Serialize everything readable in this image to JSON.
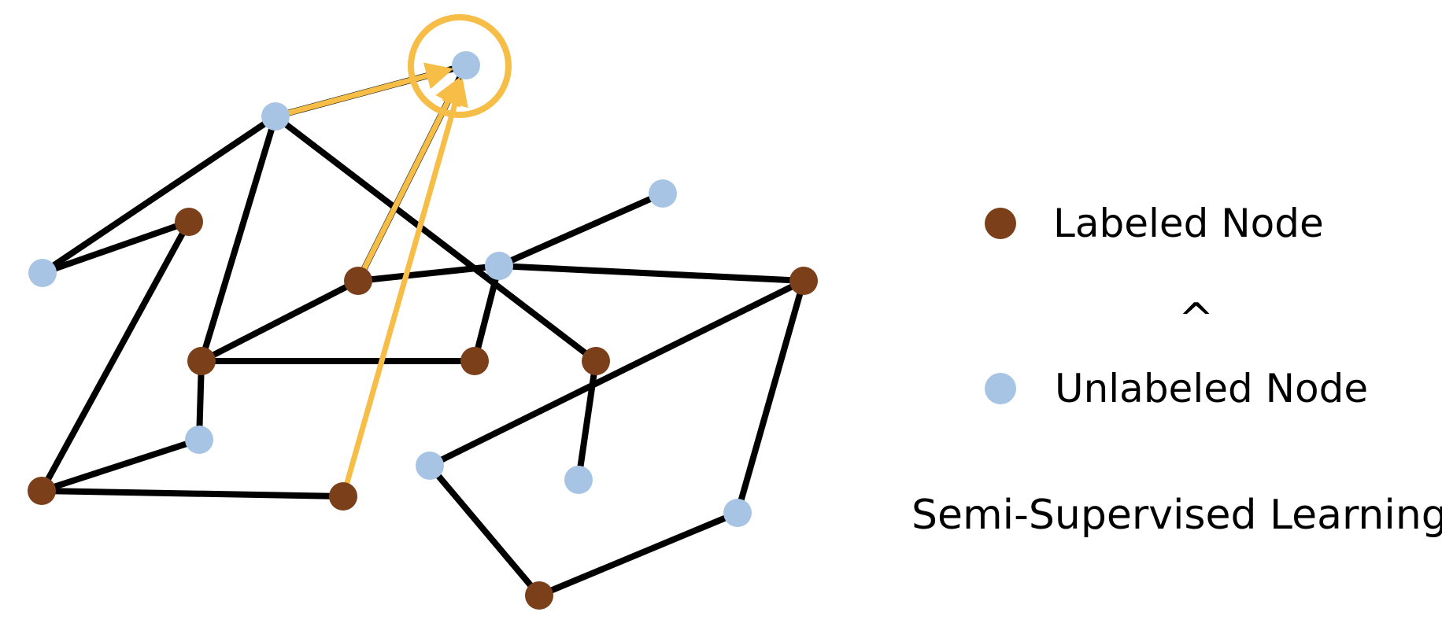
{
  "colors": {
    "labeled": "#7B3F1A",
    "unlabeled": "#A7C4E4",
    "edge": "#000000",
    "highlight": "#F6BD47"
  },
  "legend": {
    "labeled_label": "Labeled Node",
    "separator": "^",
    "unlabeled_label": "Unlabeled Node",
    "caption": "Semi-Supervised Learning"
  },
  "graph": {
    "nodes": [
      {
        "id": "target",
        "type": "unlabeled"
      },
      {
        "id": "n1",
        "type": "unlabeled"
      },
      {
        "id": "n2",
        "type": "unlabeled"
      },
      {
        "id": "n3",
        "type": "labeled"
      },
      {
        "id": "n4",
        "type": "unlabeled"
      },
      {
        "id": "n5",
        "type": "labeled"
      },
      {
        "id": "n6",
        "type": "unlabeled"
      },
      {
        "id": "n7",
        "type": "labeled"
      },
      {
        "id": "n8",
        "type": "labeled"
      },
      {
        "id": "n9",
        "type": "labeled"
      },
      {
        "id": "n10",
        "type": "labeled"
      },
      {
        "id": "n11",
        "type": "unlabeled"
      },
      {
        "id": "n12",
        "type": "labeled"
      },
      {
        "id": "n13",
        "type": "labeled"
      },
      {
        "id": "n14",
        "type": "unlabeled"
      },
      {
        "id": "n15",
        "type": "unlabeled"
      },
      {
        "id": "n16",
        "type": "unlabeled"
      },
      {
        "id": "n17",
        "type": "labeled"
      }
    ],
    "edges": [
      [
        "n1",
        "target"
      ],
      [
        "n5",
        "target"
      ],
      [
        "n1",
        "n4"
      ],
      [
        "n1",
        "n8"
      ],
      [
        "n1",
        "n10"
      ],
      [
        "n4",
        "n3"
      ],
      [
        "n3",
        "n12"
      ],
      [
        "n8",
        "n5"
      ],
      [
        "n5",
        "n6"
      ],
      [
        "n6",
        "n2"
      ],
      [
        "n6",
        "n9"
      ],
      [
        "n6",
        "n7"
      ],
      [
        "n8",
        "n9"
      ],
      [
        "n8",
        "n11"
      ],
      [
        "n11",
        "n12"
      ],
      [
        "n12",
        "n13"
      ],
      [
        "n7",
        "n14"
      ],
      [
        "n7",
        "n16"
      ],
      [
        "n10",
        "n15"
      ],
      [
        "n14",
        "n17"
      ],
      [
        "n17",
        "n16"
      ]
    ],
    "propagation": [
      [
        "n1",
        "target"
      ],
      [
        "n5",
        "target"
      ],
      [
        "n13",
        "target"
      ]
    ],
    "highlighted_node": "target"
  }
}
